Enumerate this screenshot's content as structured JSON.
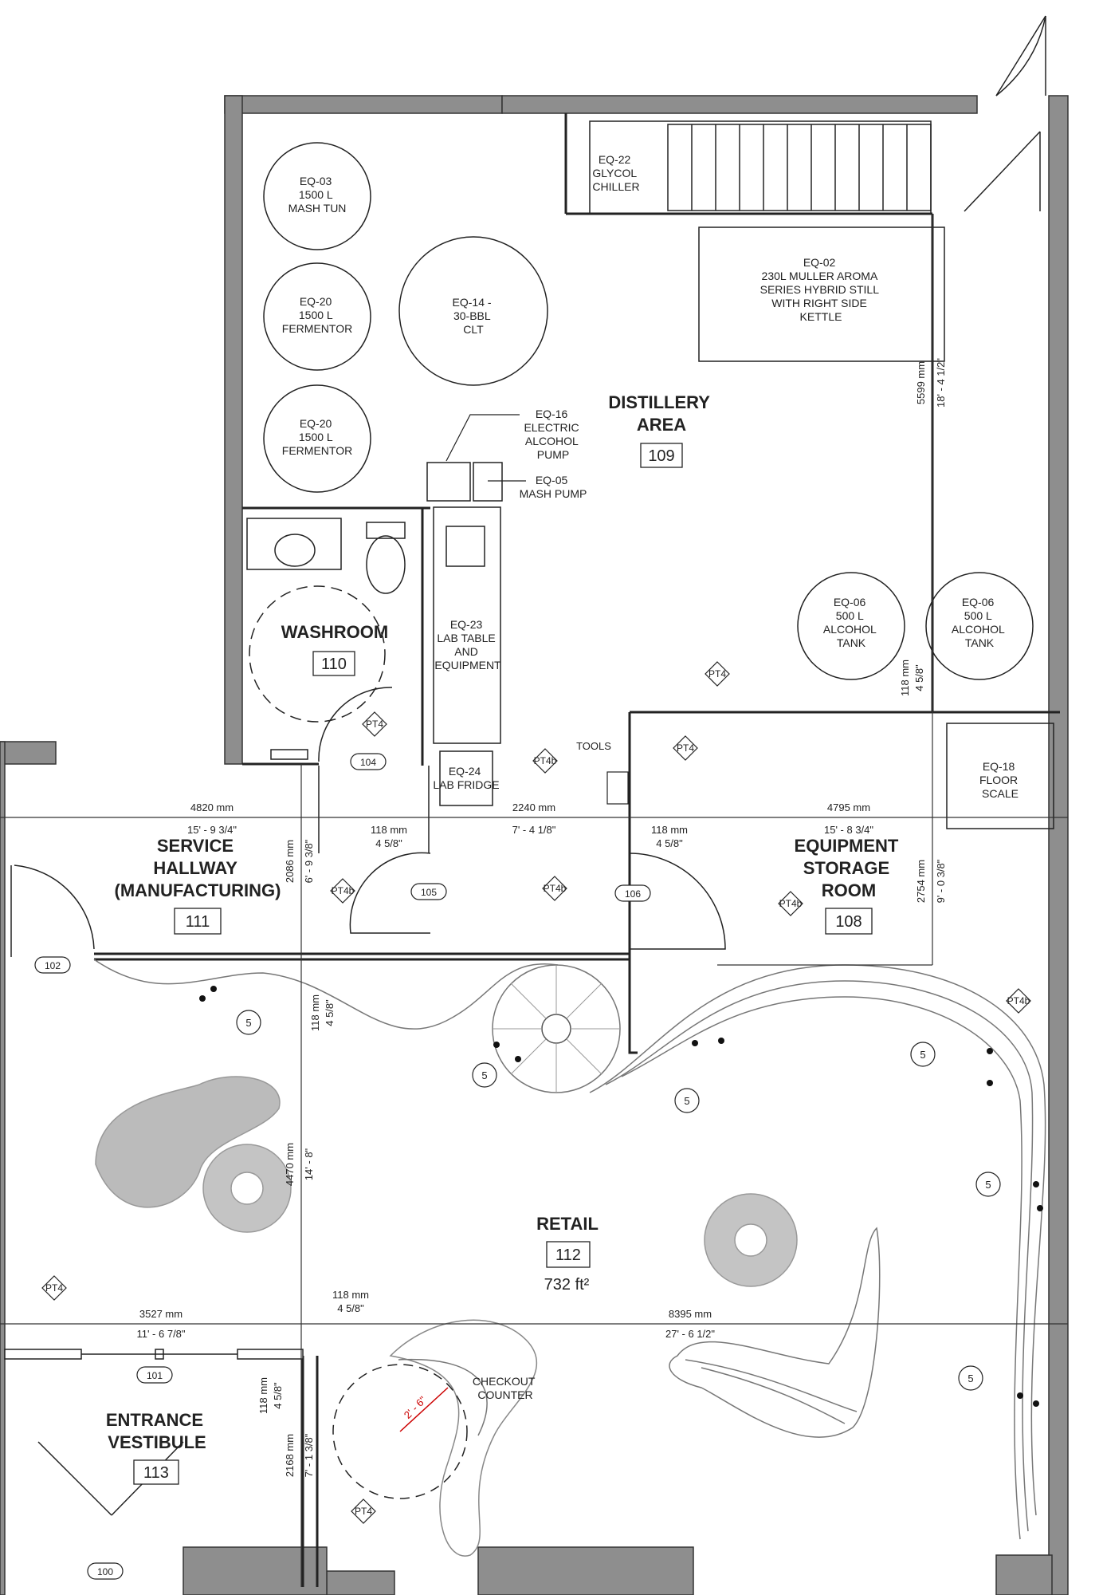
{
  "equipment": {
    "eq03": [
      "EQ-03",
      "1500 L",
      "MASH TUN"
    ],
    "eq20a": [
      "EQ-20",
      "1500 L",
      "FERMENTOR"
    ],
    "eq20b": [
      "EQ-20",
      "1500 L",
      "FERMENTOR"
    ],
    "eq14": [
      "EQ-14 -",
      "30-BBL",
      "CLT"
    ],
    "eq22": [
      "EQ-22",
      "GLYCOL",
      "CHILLER"
    ],
    "eq02": [
      "EQ-02",
      "230L MULLER AROMA",
      "SERIES HYBRID STILL",
      "WITH RIGHT SIDE",
      "KETTLE"
    ],
    "eq16": [
      "EQ-16",
      "ELECTRIC",
      "ALCOHOL",
      "PUMP"
    ],
    "eq05": [
      "EQ-05",
      "MASH PUMP"
    ],
    "eq23": [
      "EQ-23",
      "LAB TABLE",
      "AND",
      "EQUIPMENT"
    ],
    "eq24": [
      "EQ-24",
      "LAB FRIDGE"
    ],
    "eq06a": [
      "EQ-06",
      "500 L",
      "ALCOHOL",
      "TANK"
    ],
    "eq06b": [
      "EQ-06",
      "500 L",
      "ALCOHOL",
      "TANK"
    ],
    "eq18": [
      "EQ-18",
      "FLOOR",
      "SCALE"
    ]
  },
  "rooms": {
    "distillery": {
      "name": [
        "DISTILLERY",
        "AREA"
      ],
      "number": "109"
    },
    "washroom": {
      "name": [
        "WASHROOM"
      ],
      "number": "110"
    },
    "service": {
      "name": [
        "SERVICE",
        "HALLWAY",
        "(MANUFACTURING)"
      ],
      "number": "111"
    },
    "equipment": {
      "name": [
        "EQUIPMENT",
        "STORAGE",
        "ROOM"
      ],
      "number": "108"
    },
    "retail": {
      "name": [
        "RETAIL"
      ],
      "number": "112",
      "area": "732 ft²"
    },
    "vestibule": {
      "name": [
        "ENTRANCE",
        "VESTIBULE"
      ],
      "number": "113"
    }
  },
  "doors": [
    "104",
    "105",
    "106",
    "102",
    "101",
    "100"
  ],
  "finish_tags": {
    "pt4": "PT4",
    "pt4b": "PT4b"
  },
  "detail_callout": "5",
  "labels": {
    "tools": "TOOLS",
    "checkout": [
      "CHECKOUT",
      "COUNTER"
    ],
    "radius": "2' - 6\""
  },
  "dimensions": {
    "d4820": [
      "4820 mm",
      "15' - 9 3/4\""
    ],
    "d2240": [
      "2240 mm",
      "7' - 4 1/8\""
    ],
    "d4795": [
      "4795 mm",
      "15' - 8 3/4\""
    ],
    "d118": [
      "118 mm",
      "4 5/8\""
    ],
    "d2086": [
      "2086 mm",
      "6' - 9 3/8\""
    ],
    "d5599": [
      "5599 mm",
      "18' - 4 1/2\""
    ],
    "d2754": [
      "2754 mm",
      "9' - 0 3/8\""
    ],
    "d4470": [
      "4470 mm",
      "14' - 8\""
    ],
    "d3527": [
      "3527 mm",
      "11' - 6 7/8\""
    ],
    "d8395": [
      "8395 mm",
      "27' - 6 1/2\""
    ],
    "d2168": [
      "2168 mm",
      "7' - 1 3/8\""
    ]
  }
}
